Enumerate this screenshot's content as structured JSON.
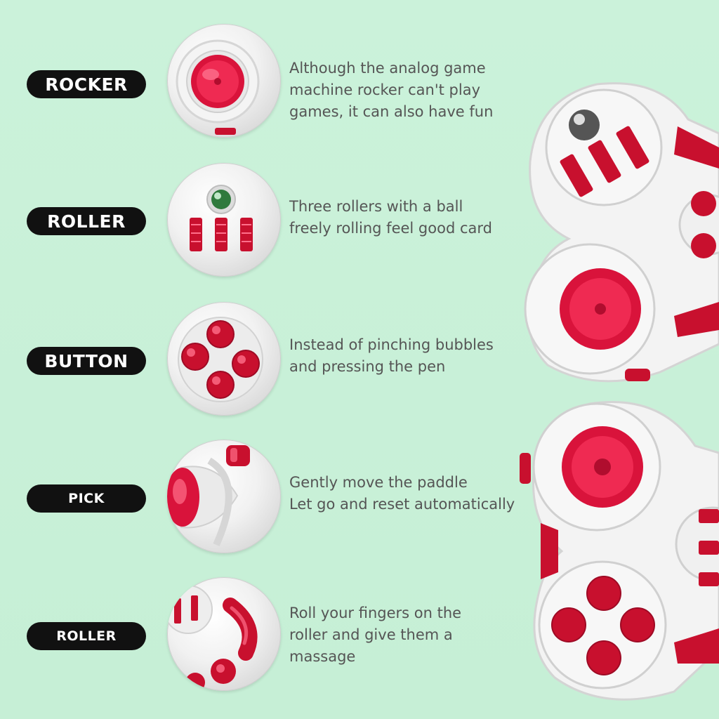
{
  "features": [
    {
      "label": "ROCKER",
      "icon": "rocker-joystick-icon",
      "description": "Although the analog game\nmachine rocker can't play\ngames, it can also have fun"
    },
    {
      "label": "ROLLER",
      "icon": "three-rollers-ball-icon",
      "description": "Three rollers with a ball\nfreely rolling feel good card"
    },
    {
      "label": "BUTTON",
      "icon": "four-buttons-icon",
      "description": "Instead of pinching bubbles\n and pressing the pen"
    },
    {
      "label": "PICK",
      "icon": "paddle-pick-icon",
      "description": "Gently move the paddle\nLet go and reset automatically"
    },
    {
      "label": "ROLLER",
      "icon": "finger-roller-icon",
      "description": "Roll your fingers on the\nroller and give them a\nmassage"
    }
  ],
  "colors": {
    "background": "#c9f1d9",
    "pill": "#111111",
    "accent_red": "#d9133b",
    "text": "#555555"
  }
}
